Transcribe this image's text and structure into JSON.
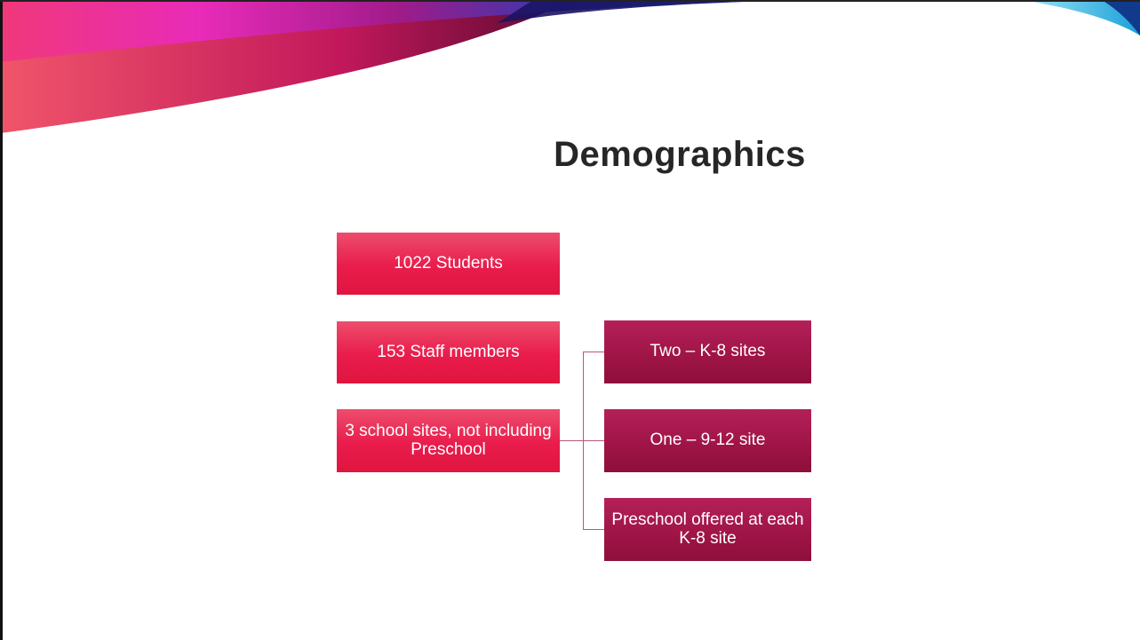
{
  "slide": {
    "title": "Demographics",
    "left_column": [
      {
        "label": "1022 Students"
      },
      {
        "label": "153  Staff members"
      },
      {
        "label": "3 school sites, not including Preschool"
      }
    ],
    "right_column": [
      {
        "label": "Two – K-8 sites"
      },
      {
        "label": "One – 9-12 site"
      },
      {
        "label": "Preschool offered at each K-8 site"
      }
    ]
  },
  "colors": {
    "left_box": "#e91c4c",
    "right_box": "#9e1445",
    "connector": "#b8577a",
    "title": "#262626"
  }
}
